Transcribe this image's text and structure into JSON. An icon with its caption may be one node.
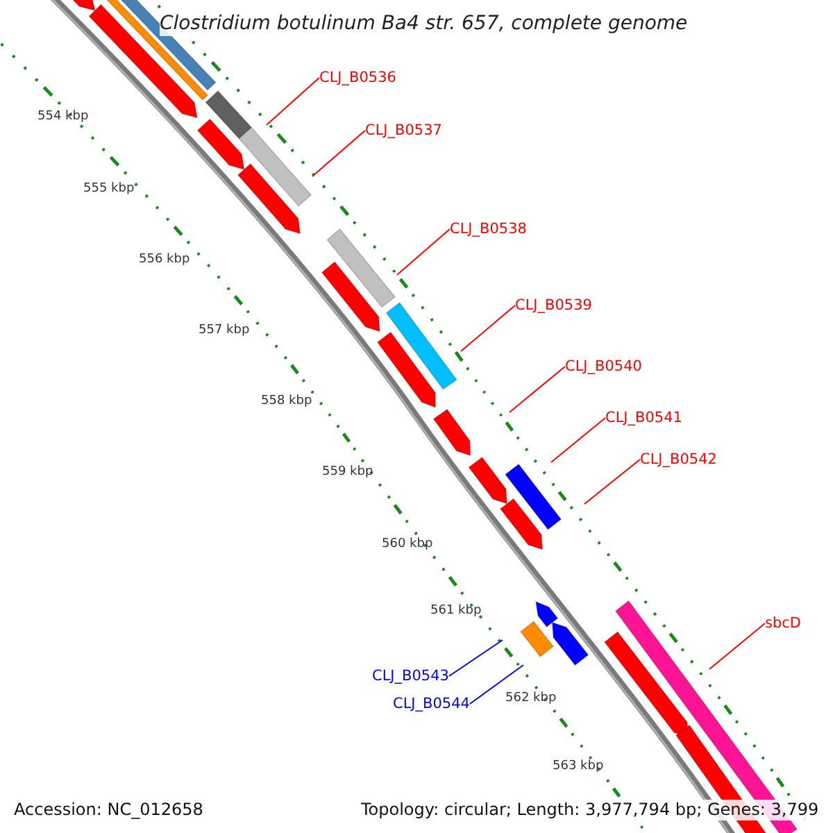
{
  "diagram": {
    "title": "Clostridium botulinum Ba4 str. 657, complete genome",
    "nodes": [
      {
        "text": [
          "CLJ_B0536"
        ]
      },
      {
        "text": [
          "CLJ_B0537"
        ]
      },
      {
        "text": [
          "CLJ_B0538"
        ]
      },
      {
        "text": [
          "CLJ_B0539"
        ]
      },
      {
        "text": [
          "CLJ_B0540"
        ]
      },
      {
        "text": [
          "CLJ_B0541"
        ]
      },
      {
        "text": [
          "CLJ_B0542"
        ]
      },
      {
        "text": [
          "sbcD"
        ]
      },
      {
        "text": [
          "CLJ_B0543"
        ]
      },
      {
        "text": [
          "CLJ_B0544"
        ]
      }
    ],
    "edges": [
      {
        "from": 0,
        "to": null,
        "arrow": "none"
      },
      {
        "from": 1,
        "to": null,
        "arrow": "none"
      },
      {
        "from": 2,
        "to": null,
        "arrow": "none"
      },
      {
        "from": 3,
        "to": null,
        "arrow": "none"
      },
      {
        "from": 4,
        "to": null,
        "arrow": "none"
      },
      {
        "from": 5,
        "to": null,
        "arrow": "none"
      },
      {
        "from": 6,
        "to": null,
        "arrow": "none"
      },
      {
        "from": 7,
        "to": null,
        "arrow": "none"
      },
      {
        "from": 8,
        "to": null,
        "arrow": "none",
        "color": "#0000ff"
      },
      {
        "from": 9,
        "to": null,
        "arrow": "none",
        "color": "#0000ff"
      }
    ],
    "labels": [
      "554 kbp",
      "555 kbp",
      "556 kbp",
      "557 kbp",
      "558 kbp",
      "559 kbp",
      "560 kbp",
      "561 kbp",
      "562 kbp",
      "563 kbp",
      "Accession: NC_012658",
      "Topology: circular; Length: 3,977,794 bp; Genes: 3,799"
    ]
  }
}
